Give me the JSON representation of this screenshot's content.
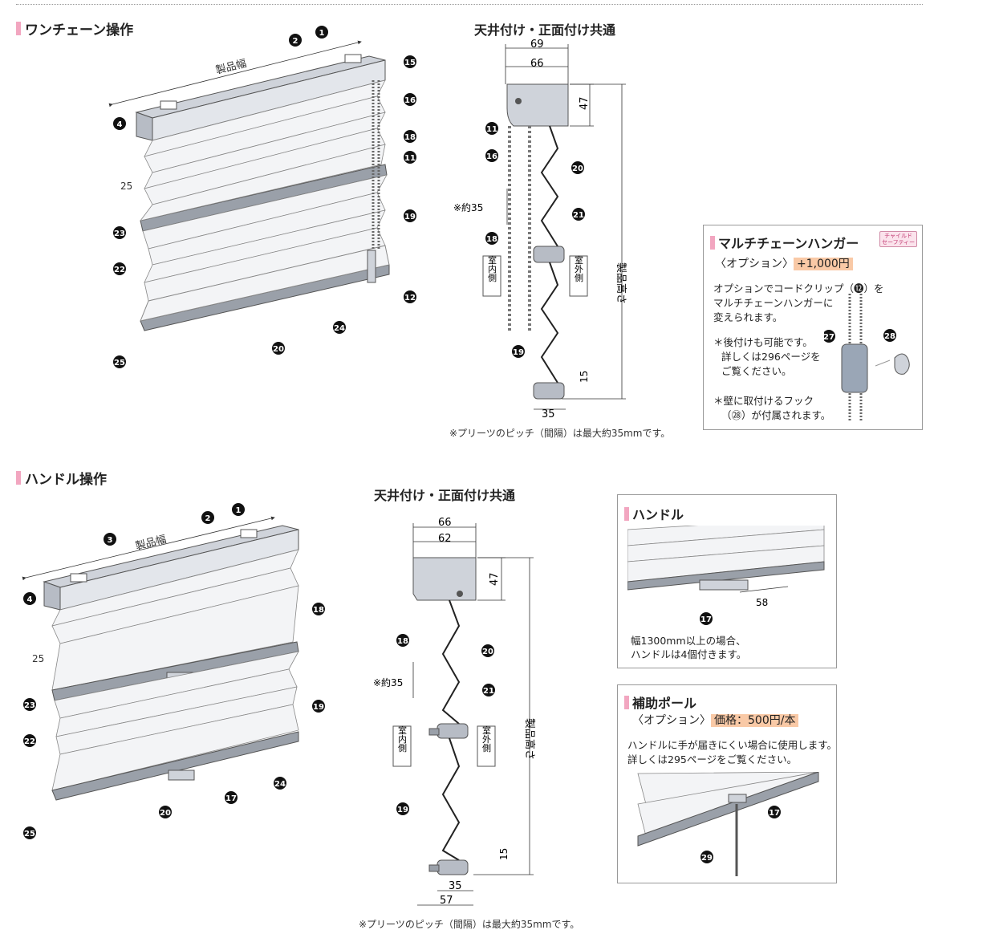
{
  "sections": {
    "chain": {
      "title": "ワンチェーン操作",
      "mount": "天井付け・正面付け共通",
      "note": "※プリーツのピッチ（間隔）は最大約35mmです。"
    },
    "handle": {
      "title": "ハンドル操作",
      "mount": "天井付け・正面付け共通",
      "note": "※プリーツのピッチ（間隔）は最大約35mmです。"
    }
  },
  "labels": {
    "width": "製品幅",
    "height": "製品高さ",
    "indoor": "室内側",
    "outdoor": "室外側",
    "pitch": "※約35"
  },
  "dims": {
    "chain": {
      "d69": "69",
      "d66": "66",
      "d47": "47",
      "d15": "15",
      "d35": "35",
      "d25": "25"
    },
    "handle": {
      "d66": "66",
      "d62": "62",
      "d47": "47",
      "d15": "15",
      "d35": "35",
      "d57": "57",
      "d25": "25"
    }
  },
  "hanger_box": {
    "title": "マルチチェーンハンガー",
    "badge_line1": "チャイルド",
    "badge_line2": "セーフティー",
    "option": "〈オプション〉",
    "price": "+1,000円",
    "desc1": "オプションでコードクリップ（⓬）を",
    "desc2": "マルチチェーンハンガーに",
    "desc3": "変えられます。",
    "note1a": "＊後付けも可能です。",
    "note1b": "詳しくは296ページを",
    "note1c": "ご覧ください。",
    "note2a": "＊壁に取付けるフック",
    "note2b": "（㉘）が付属されます。"
  },
  "handle_box": {
    "title": "ハンドル",
    "dim": "58",
    "desc1": "幅1300mm以上の場合、",
    "desc2": "ハンドルは4個付きます。"
  },
  "pole_box": {
    "title": "補助ポール",
    "option": "〈オプション〉",
    "price": "価格：500円/本",
    "desc1": "ハンドルに手が届きにくい場合に使用します。",
    "desc2": "詳しくは295ページをご覧ください。"
  },
  "callouts": {
    "n1": "1",
    "n2": "2",
    "n3": "3",
    "n4": "4",
    "n11": "11",
    "n12": "12",
    "n15": "15",
    "n16": "16",
    "n17": "17",
    "n18": "18",
    "n19": "19",
    "n20": "20",
    "n21": "21",
    "n22": "22",
    "n23": "23",
    "n24": "24",
    "n25": "25",
    "n27": "27",
    "n28": "28",
    "n29": "29"
  }
}
